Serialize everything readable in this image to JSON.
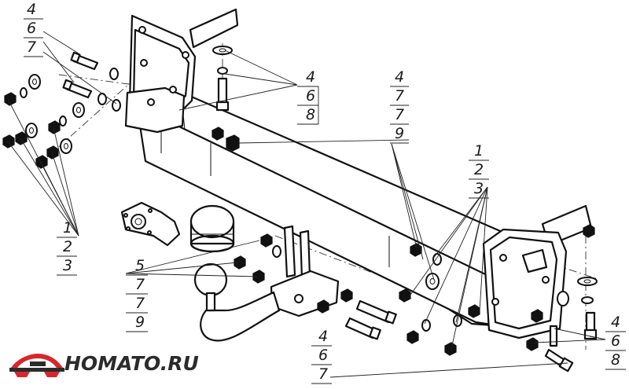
{
  "callouts": [
    {
      "numbers": [
        "4",
        "6",
        "7"
      ]
    },
    {
      "numbers": [
        "4",
        "6",
        "8"
      ]
    },
    {
      "numbers": [
        "4",
        "7",
        "7",
        "9"
      ]
    },
    {
      "numbers": [
        "1",
        "2",
        "3"
      ]
    },
    {
      "numbers": [
        "1",
        "2",
        "3"
      ]
    },
    {
      "numbers": [
        "5",
        "7",
        "7",
        "9"
      ]
    },
    {
      "numbers": [
        "4",
        "6",
        "7"
      ]
    },
    {
      "numbers": [
        "4",
        "6",
        "8"
      ]
    }
  ],
  "logo": {
    "text": "HOMATO.RU",
    "icon": "car-emblem-icon",
    "colors": {
      "red": "#d8272b",
      "dark": "#2b2b2b"
    }
  }
}
